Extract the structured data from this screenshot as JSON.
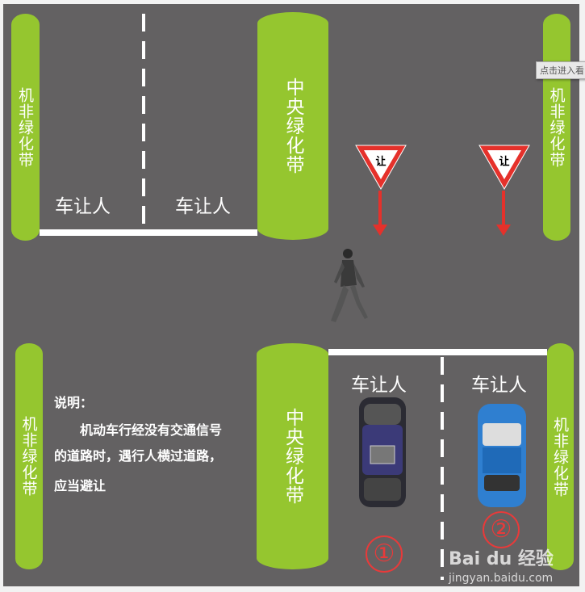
{
  "labels": {
    "bike_lane_green_belt": "机非绿化带",
    "central_green_belt": "中央绿化带",
    "car_yields": "车让人",
    "yield_sign": "让"
  },
  "note": {
    "title": "说明：",
    "line1": "机动车行经没有交通信号",
    "line2": "的道路时，遇行人横过道路，",
    "line3": "应当避让"
  },
  "markers": [
    "①",
    "②"
  ],
  "tooltip": "点击进入看",
  "watermark": {
    "brand": "Bai du 经验",
    "url": "jingyan.baidu.com"
  },
  "colors": {
    "road": "#636162",
    "green_belt": "#95c62f",
    "sign_red": "#e5312b",
    "marker_red": "#e83a3a",
    "car1": "#3b3a78",
    "car2": "#2f7fd0"
  }
}
